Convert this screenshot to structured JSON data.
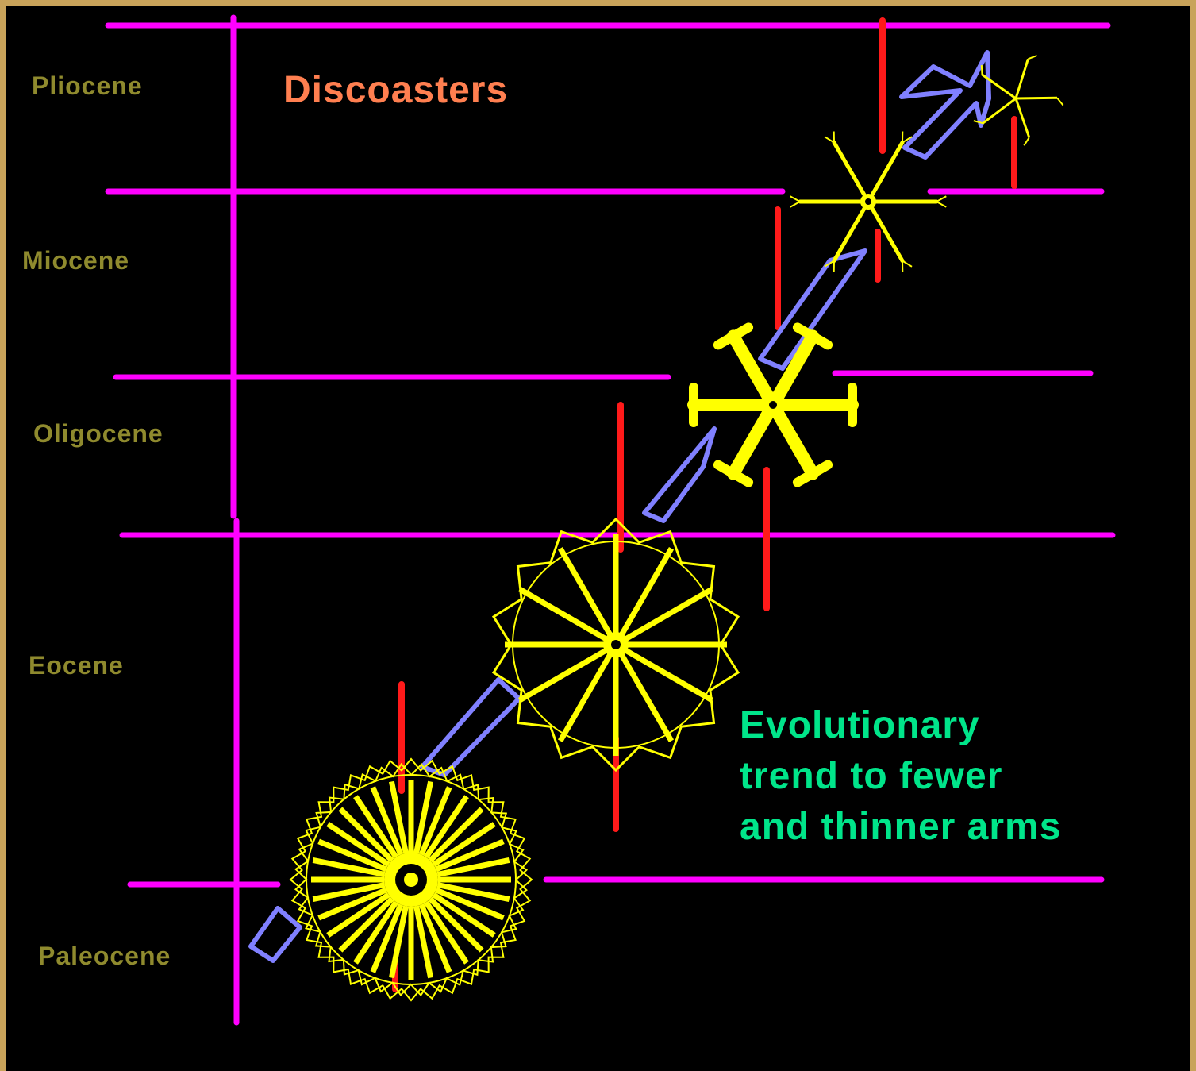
{
  "title": "Discoasters",
  "epochs": [
    "Pliocene",
    "Miocene",
    "Oligocene",
    "Eocene",
    "Paleocene"
  ],
  "caption": [
    "Evolutionary",
    "trend to fewer",
    "and thinner arms"
  ],
  "colors": {
    "background": "#000000",
    "frame": "#c9a35a",
    "epoch_label": "#8f8a2e",
    "title": "#ff7f50",
    "caption": "#00e58a",
    "boundary_line": "#ff00ff",
    "range_bar": "#ff1a1a",
    "arrow": "#8080ff",
    "fossil": "#ffff00"
  },
  "fossils": [
    {
      "name": "paleocene-discoaster",
      "arms": 32
    },
    {
      "name": "eocene-discoaster",
      "arms": 12
    },
    {
      "name": "oligocene-discoaster",
      "arms": 6
    },
    {
      "name": "miocene-discoaster",
      "arms": 6
    },
    {
      "name": "pliocene-discoaster",
      "arms": 5
    }
  ]
}
